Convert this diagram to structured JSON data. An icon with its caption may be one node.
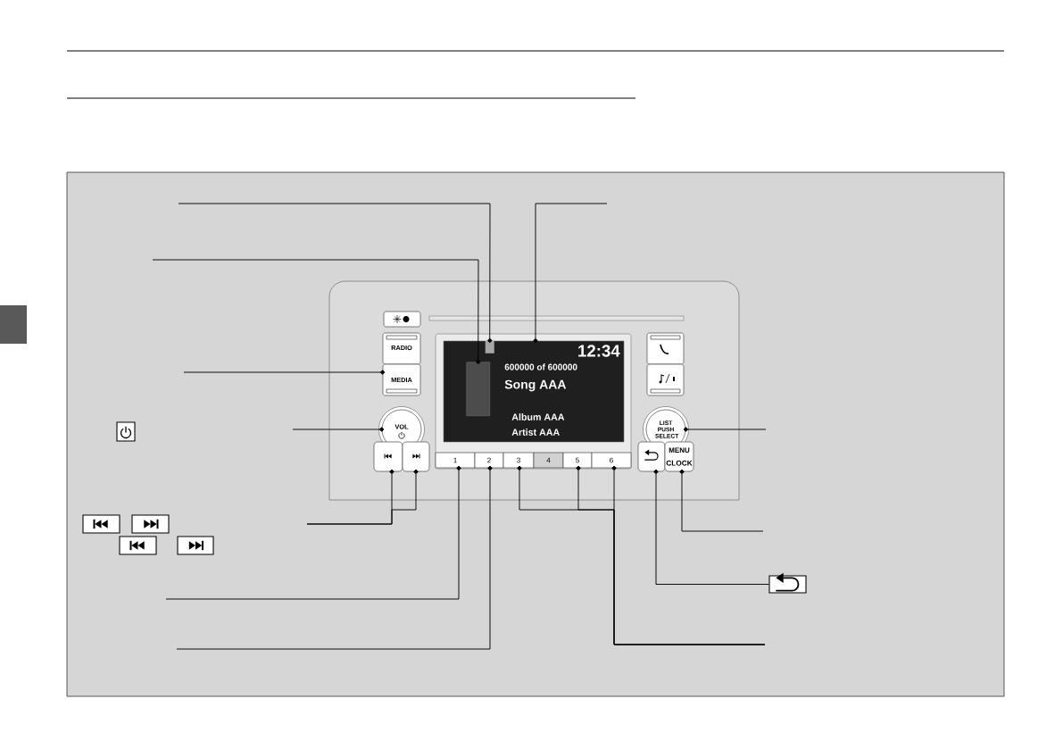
{
  "diagram": {
    "nodes": [
      {
        "text": [
          "12:34",
          "600000 of 600000",
          "Song AAA",
          "Album AAA",
          "Artist AAA"
        ]
      },
      {
        "text": [],
        "shape": "box",
        "in": 0
      },
      {
        "text": [],
        "shape": "box",
        "in": 0
      },
      {
        "text": [
          "RADIO"
        ]
      },
      {
        "text": [
          "MEDIA"
        ]
      },
      {
        "text": [
          "VOL"
        ]
      },
      {
        "text": [],
        "shape": "box"
      },
      {
        "text": [],
        "shape": "box"
      },
      {
        "text": [
          "1"
        ]
      },
      {
        "text": [
          "2"
        ]
      },
      {
        "text": [
          "3"
        ]
      },
      {
        "text": [
          "4"
        ]
      },
      {
        "text": [
          "5"
        ]
      },
      {
        "text": [
          "6"
        ]
      },
      {
        "text": [
          "LIST PUSH SELECT"
        ]
      },
      {
        "text": [],
        "shape": "box"
      },
      {
        "text": [
          "MENU",
          "CLOCK"
        ]
      },
      {
        "text": [],
        "shape": "box"
      },
      {
        "text": [],
        "shape": "box"
      },
      {
        "text": [],
        "shape": "box"
      },
      {
        "text": [],
        "shape": "box"
      }
    ],
    "edges": [
      {
        "from": null,
        "to": 1,
        "arrow": "other"
      },
      {
        "from": null,
        "to": 2,
        "arrow": "other"
      },
      {
        "from": null,
        "to": 0,
        "arrow": "other"
      },
      {
        "from": null,
        "to": 4,
        "arrow": "other"
      },
      {
        "from": null,
        "to": 5,
        "arrow": "other"
      },
      {
        "from": null,
        "to": 6,
        "arrow": "other"
      },
      {
        "from": null,
        "to": 7,
        "arrow": "other"
      },
      {
        "from": null,
        "to": 8,
        "arrow": "other"
      },
      {
        "from": null,
        "to": 9,
        "arrow": "other"
      },
      {
        "from": null,
        "to": 10,
        "arrow": "other"
      },
      {
        "from": null,
        "to": 12,
        "arrow": "other"
      },
      {
        "from": null,
        "to": 13,
        "arrow": "other"
      },
      {
        "from": null,
        "to": 14,
        "arrow": "other"
      },
      {
        "from": null,
        "to": 16,
        "arrow": "other"
      },
      {
        "from": 17,
        "to": 15,
        "arrow": "other"
      }
    ]
  }
}
